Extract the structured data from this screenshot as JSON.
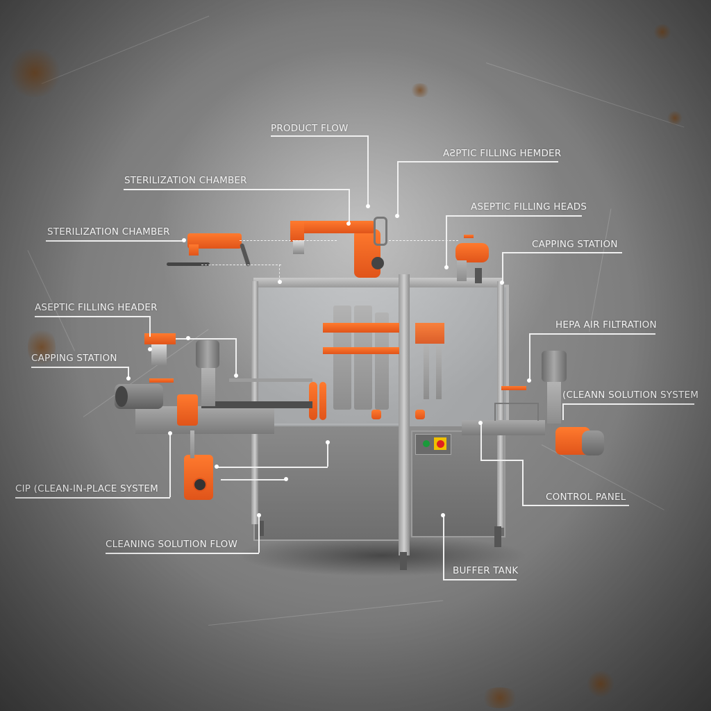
{
  "diagram": {
    "subject": "Aseptic filling machine",
    "colors": {
      "background": "#7d7d7d",
      "label_text": "#f4f4f4",
      "leader_lines": "#f0f0f0",
      "accent_orange": "#f26522",
      "steel": "#9a9a9a",
      "control_button_green": "#1a9a3a",
      "control_button_red": "#e02020",
      "control_button_yellow": "#f0c000"
    },
    "labels": [
      {
        "id": "product-flow",
        "text": "PRODUCT FLOW"
      },
      {
        "id": "aseptic-filling-hemder",
        "text": "AƧPTIC FILLING HEMDER"
      },
      {
        "id": "sterilization-chamber-top",
        "text": "STERILIZATION CHAMBER"
      },
      {
        "id": "aseptic-filling-heads",
        "text": "ASEPTIC FILLING HEADS"
      },
      {
        "id": "sterilization-chamber-left",
        "text": "STERILIZATION CHAMBER"
      },
      {
        "id": "capping-station-right",
        "text": "CAPPING STATION"
      },
      {
        "id": "aseptic-filling-header",
        "text": "ASEPTIC FILLING HEADER"
      },
      {
        "id": "hepa-air-filtration",
        "text": "HEPA AIR FILTRATION"
      },
      {
        "id": "capping-station-left",
        "text": "CAPPING STATION"
      },
      {
        "id": "clean-solution-system",
        "text": "(CLEANN SOLUTION SYSTEM"
      },
      {
        "id": "cip-system",
        "text": "CIP (CLEAN-IN-PLACE SYSTEM"
      },
      {
        "id": "control-panel",
        "text": "CONTROL PANEL"
      },
      {
        "id": "cleaning-solution-flow",
        "text": "CLEANING SOLUTION FLOW"
      },
      {
        "id": "buffer-tank",
        "text": "BUFFER TANK"
      }
    ]
  }
}
